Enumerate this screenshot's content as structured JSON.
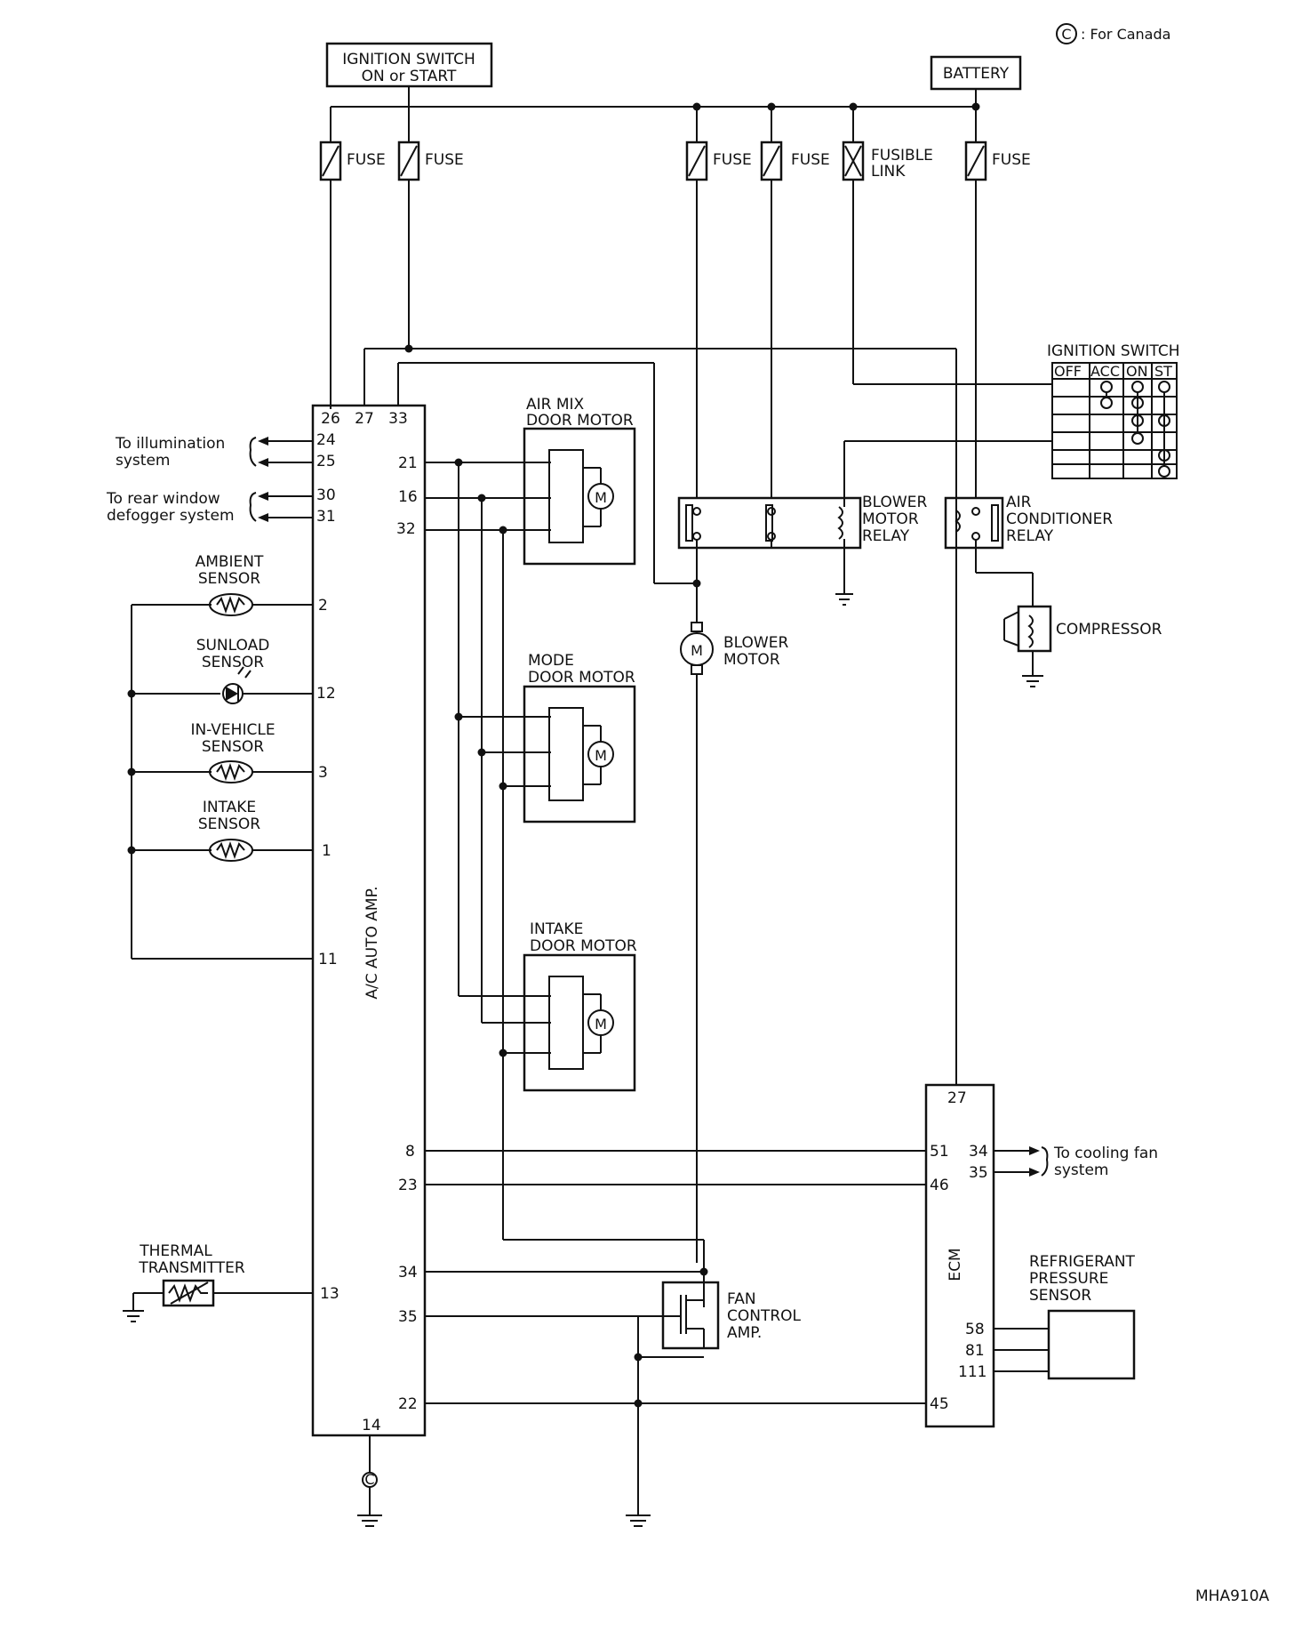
{
  "note": {
    "symbol": "C",
    "text": ": For Canada"
  },
  "figure_id": "MHA910A",
  "top": {
    "ignition_switch_line1": "IGNITION SWITCH",
    "ignition_switch_line2": "ON or START",
    "battery": "BATTERY",
    "fuse": "FUSE",
    "fusible_link_line1": "FUSIBLE",
    "fusible_link_line2": "LINK"
  },
  "ignition_switch_table": {
    "title": "IGNITION SWITCH",
    "columns": [
      "OFF",
      "ACC",
      "ON",
      "ST"
    ]
  },
  "amp": {
    "label": "A/C AUTO AMP.",
    "top_pins": [
      "26",
      "27",
      "33"
    ],
    "left_pins": [
      "24",
      "25",
      "30",
      "31",
      "2",
      "12",
      "3",
      "1",
      "11",
      "13"
    ],
    "right_pins": [
      "21",
      "16",
      "32",
      "8",
      "23",
      "34",
      "35",
      "22"
    ],
    "bottom_pin": "14"
  },
  "left_side": {
    "illumination_line1": "To illumination",
    "illumination_line2": "system",
    "defogger_line1": "To rear window",
    "defogger_line2": "defogger system",
    "ambient_line1": "AMBIENT",
    "ambient_line2": "SENSOR",
    "sunload_line1": "SUNLOAD",
    "sunload_line2": "SENSOR",
    "invehicle_line1": "IN-VEHICLE",
    "invehicle_line2": "SENSOR",
    "intake_sensor_line1": "INTAKE",
    "intake_sensor_line2": "SENSOR",
    "thermal_line1": "THERMAL",
    "thermal_line2": "TRANSMITTER"
  },
  "motors": {
    "air_mix_line1": "AIR MIX",
    "air_mix_line2": "DOOR MOTOR",
    "mode_line1": "MODE",
    "mode_line2": "DOOR MOTOR",
    "intake_line1": "INTAKE",
    "intake_line2": "DOOR MOTOR",
    "blower_line1": "BLOWER",
    "blower_line2": "MOTOR"
  },
  "relays": {
    "blower_relay": [
      "BLOWER",
      "MOTOR",
      "RELAY"
    ],
    "ac_relay": [
      "AIR",
      "CONDITIONER",
      "RELAY"
    ],
    "compressor": "COMPRESSOR"
  },
  "fan_amp": [
    "FAN",
    "CONTROL",
    "AMP."
  ],
  "ecm": {
    "label": "ECM",
    "top_pin": "27",
    "pins_left": [
      "51",
      "46",
      "45"
    ],
    "pins_right": [
      "34",
      "35",
      "58",
      "81",
      "111"
    ],
    "cooling_fan_line1": "To cooling fan",
    "cooling_fan_line2": "system"
  },
  "refrigerant": [
    "REFRIGERANT",
    "PRESSURE",
    "SENSOR"
  ]
}
